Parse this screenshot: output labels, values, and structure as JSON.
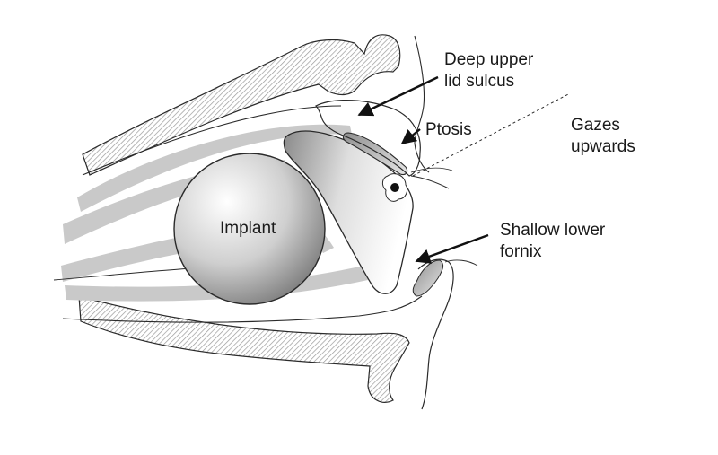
{
  "labels": {
    "implant": "Implant",
    "deep_upper_lid_sulcus": [
      "Deep upper",
      "lid sulcus"
    ],
    "ptosis": "Ptosis",
    "gazes_upwards": [
      "Gazes",
      "upwards"
    ],
    "shallow_lower_fornix": [
      "Shallow lower",
      "fornix"
    ]
  },
  "colors": {
    "outline": "#2a2a2a",
    "fat_pad": "#c9c9c9",
    "hatch": "#9a9a9a",
    "implant_light": "#ffffff",
    "implant_dark": "#7d7d7d"
  }
}
